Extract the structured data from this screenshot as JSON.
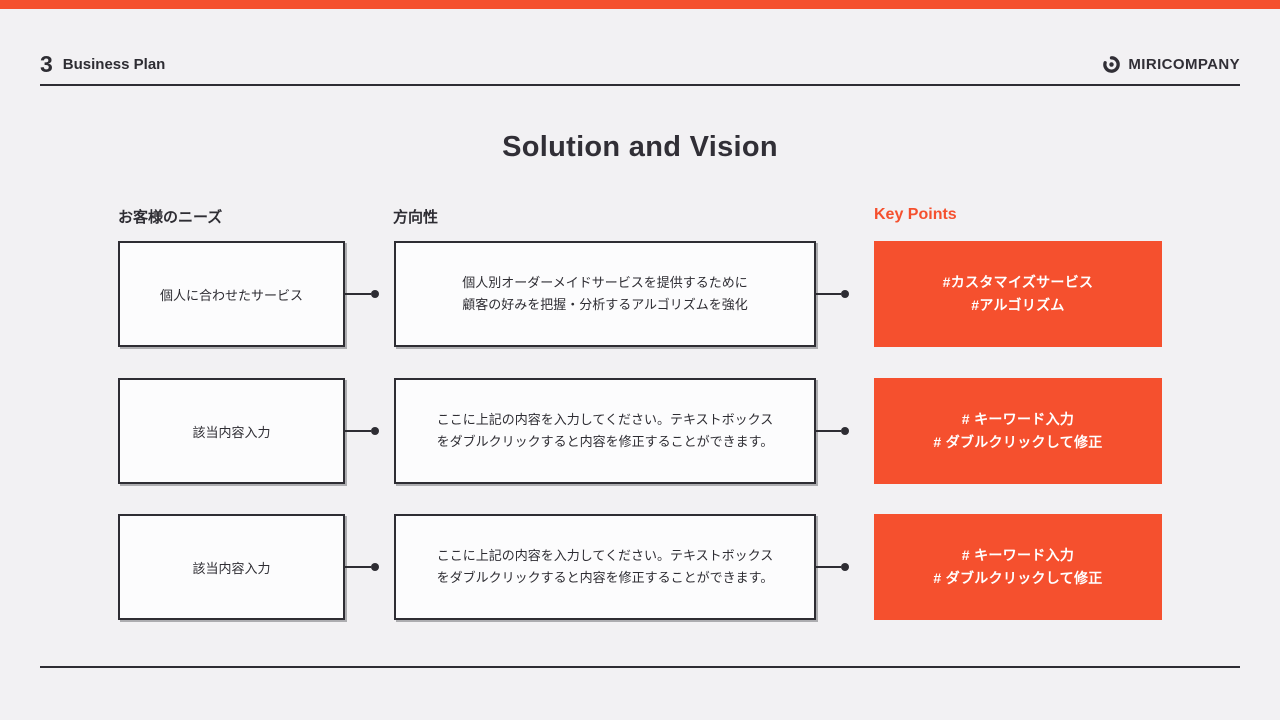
{
  "colors": {
    "accent": "#f5502e",
    "ink": "#2e2d33",
    "background": "#f2f1f3",
    "box_fill": "#fcfcfd",
    "tag_text": "#ffffff"
  },
  "header": {
    "page_number": "3",
    "section_title": "Business Plan",
    "brand_name": "MIRICOMPANY",
    "brand_icon": "swirl-target-icon"
  },
  "slide": {
    "title": "Solution and Vision"
  },
  "columns": {
    "needs": "お客様のニーズ",
    "direction": "方向性",
    "keypoints": "Key Points"
  },
  "rows": [
    {
      "need": "個人に合わせたサービス",
      "direction_line1": "個人別オーダーメイドサービスを提供するために",
      "direction_line2": "顧客の好みを把握・分析するアルゴリズムを強化",
      "tags": [
        "#カスタマイズサービス",
        "#アルゴリズム"
      ]
    },
    {
      "need": "該当内容入力",
      "direction_line1": "ここに上記の内容を入力してください。テキストボックス",
      "direction_line2": "をダブルクリックすると内容を修正することができます。",
      "tags": [
        "# キーワード入力",
        "# ダブルクリックして修正"
      ]
    },
    {
      "need": "該当内容入力",
      "direction_line1": "ここに上記の内容を入力してください。テキストボックス",
      "direction_line2": "をダブルクリックすると内容を修正することができます。",
      "tags": [
        "# キーワード入力",
        "# ダブルクリックして修正"
      ]
    }
  ]
}
